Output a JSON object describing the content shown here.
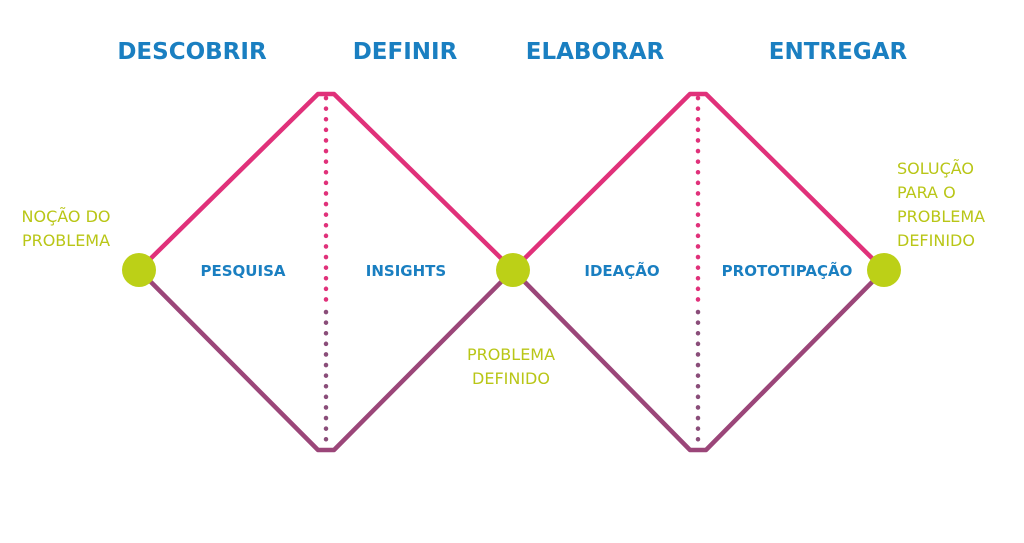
{
  "colors": {
    "phase_title": "#1a7fc1",
    "activity": "#1a7fc1",
    "milestone_text": "#b9c617",
    "node": "#bcd017",
    "top_line": "#e0317a",
    "bottom_line": "#9b4679",
    "dotted_divider_top": "#e0317a",
    "dotted_divider_bottom": "#8a4d79"
  },
  "phases": [
    "DESCOBRIR",
    "DEFINIR",
    "ELABORAR",
    "ENTREGAR"
  ],
  "activities": [
    "PESQUISA",
    "INSIGHTS",
    "IDEAÇÃO",
    "PROTOTIPAÇÃO"
  ],
  "milestones": {
    "start": [
      "NOÇÃO DO",
      "PROBLEMA"
    ],
    "middle": [
      "PROBLEMA",
      "DEFINIDO"
    ],
    "end": [
      "SOLUÇÃO",
      "PARA O",
      "PROBLEMA",
      "DEFINIDO"
    ]
  }
}
